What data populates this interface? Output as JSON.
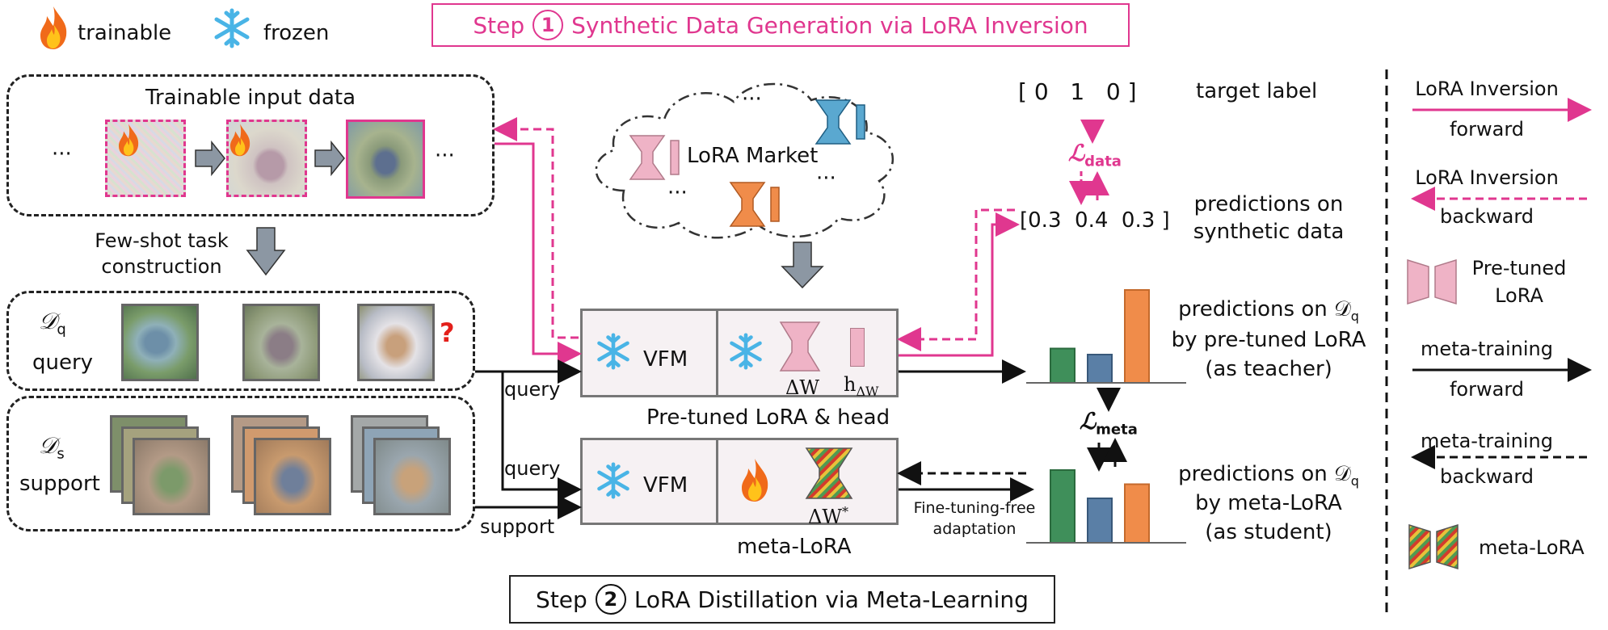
{
  "legend_top": {
    "trainable": "trainable",
    "frozen": "frozen"
  },
  "step1": {
    "num": "1",
    "label": "Synthetic Data Generation via LoRA Inversion",
    "prefix": "Step"
  },
  "step2": {
    "num": "2",
    "label": "LoRA Distillation via Meta-Learning",
    "prefix": "Step"
  },
  "input_data": {
    "title": "Trainable input data",
    "ellipsis_left": "···",
    "ellipsis_right": "···"
  },
  "few_shot": {
    "line1": "Few-shot task",
    "line2": "construction"
  },
  "query_set": {
    "symbol": "𝒟",
    "sub": "q",
    "label": "query",
    "question": "?"
  },
  "support_set": {
    "symbol": "𝒟",
    "sub": "s",
    "label": "support"
  },
  "lora_market": {
    "label": "LoRA Market",
    "dots1": "···",
    "dots2": "···",
    "dots3": "···"
  },
  "target": {
    "vector": "[ 0   1   0 ]",
    "label": "target label"
  },
  "loss_data": {
    "symbol": "ℒ",
    "sub": "data"
  },
  "pred_synth": {
    "vector": "[0.3  0.4  0.3 ]",
    "line1": "predictions on",
    "line2": "synthetic data"
  },
  "teacher_module": {
    "vfm": "VFM",
    "delta": "ΔW",
    "head": "h",
    "head_sub": "ΔW",
    "caption": "Pre-tuned LoRA & head"
  },
  "student_module": {
    "vfm": "VFM",
    "delta": "ΔW",
    "delta_sup": "*",
    "caption": "meta-LoRA"
  },
  "arrows_text": {
    "query1": "query",
    "query2": "query",
    "support": "support",
    "ftfree1": "Fine-tuning-free",
    "ftfree2": "adaptation"
  },
  "loss_meta": {
    "symbol": "ℒ",
    "sub": "meta"
  },
  "teacher_pred": {
    "line1": "predictions on 𝒟",
    "sub": "q",
    "line2": "by pre-tuned LoRA",
    "line3": "(as teacher)",
    "values": [
      0.34,
      0.28,
      0.92
    ]
  },
  "student_pred": {
    "line1": "predictions on 𝒟",
    "sub": "q",
    "line2": "by meta-LoRA",
    "line3": "(as student)",
    "values": [
      0.72,
      0.44,
      0.58
    ]
  },
  "legend_right": {
    "inv_fwd_1": "LoRA Inversion",
    "inv_fwd_2": "forward",
    "inv_bwd_1": "LoRA Inversion",
    "inv_bwd_2": "backward",
    "pretuned_1": "Pre-tuned",
    "pretuned_2": "LoRA",
    "meta_fwd_1": "meta-training",
    "meta_fwd_2": "forward",
    "meta_bwd_1": "meta-training",
    "meta_bwd_2": "backward",
    "meta_lora": "meta-LoRA"
  },
  "colors": {
    "pink": "#e0378f",
    "green": "#3f8f5a",
    "blue": "#5a7fa6",
    "orange": "#f08c4a",
    "lora_pink": "#efb3c6"
  }
}
